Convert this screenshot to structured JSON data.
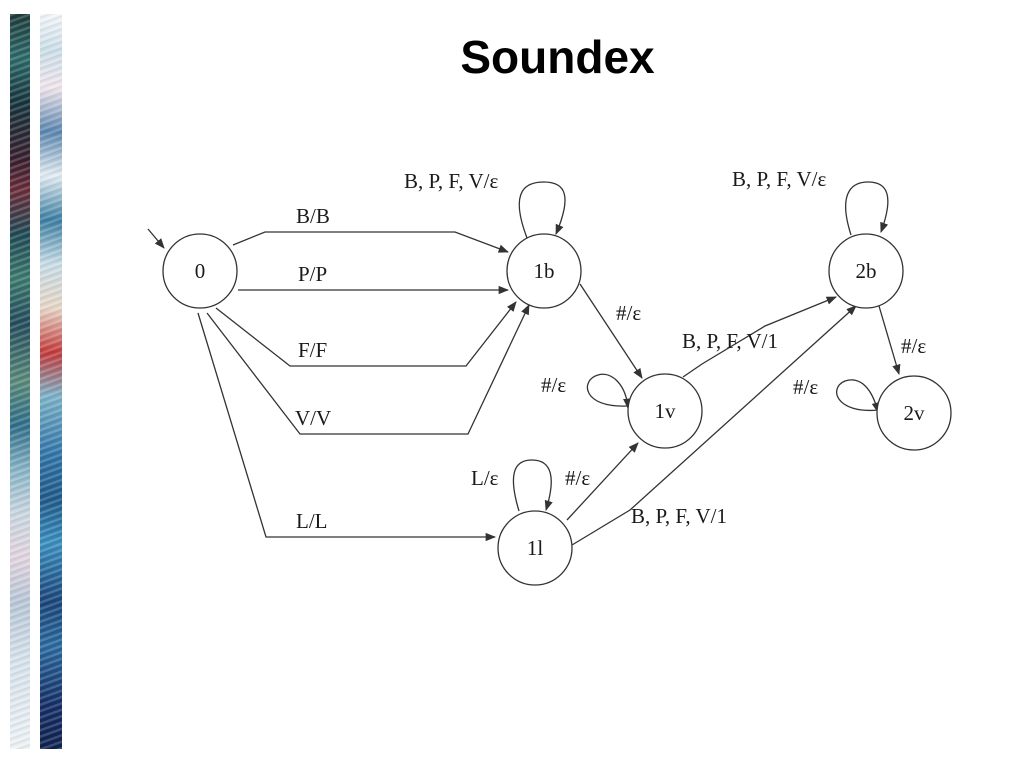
{
  "slide": {
    "title": "Soundex"
  },
  "diagram": {
    "states": [
      "0",
      "1b",
      "1v",
      "1l",
      "2b",
      "2v"
    ],
    "transitions": {
      "b_to_1b": "B/B",
      "p_to_1b": "P/P",
      "f_to_1b": "F/F",
      "v_to_1b": "V/V",
      "l_to_1l": "L/L",
      "loop_1b": "B, P, F, V/ε",
      "hash_1b_1v": "#/ε",
      "loop_1v": "#/ε",
      "bpfv_1v_2b": "B, P, F, V/1",
      "loop_2b": "B, P, F, V/ε",
      "hash_2b_2v": "#/ε",
      "loop_2v": "#/ε",
      "loop_1l": "L/ε",
      "hash_1l_1v": "#/ε",
      "bpfv_1l_2b": "B, P, F, V/1"
    }
  },
  "colors": {
    "stroke": "#333333",
    "title": "#000000"
  }
}
